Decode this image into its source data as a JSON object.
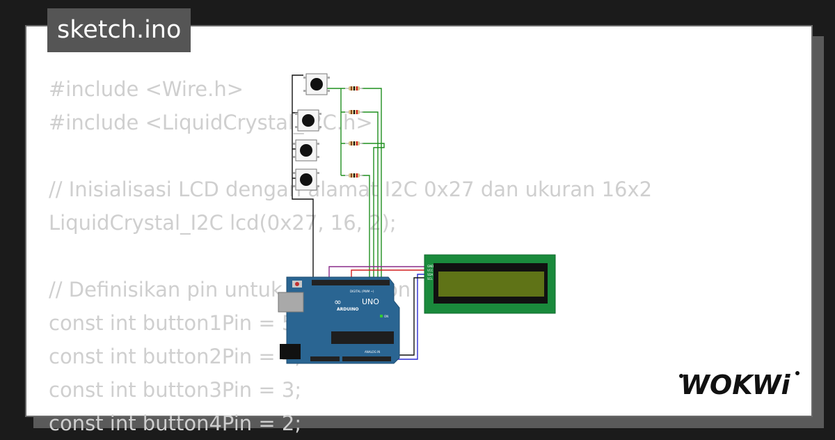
{
  "header": {
    "filename": "sketch.ino"
  },
  "code_lines": [
    "#include <Wire.h>",
    "#include <LiquidCrystal_I2C.h>",
    "",
    "// Inisialisasi LCD dengan alamat I2C 0x27 dan ukuran 16x2",
    "LiquidCrystal_I2C lcd(0x27, 16, 2);",
    "",
    "// Definisikan pin untuk push button",
    "const int button1Pin = 5;",
    "const int button2Pin = 4;",
    "const int button3Pin = 3;",
    "const int button4Pin = 2;"
  ],
  "circuit": {
    "arduino": {
      "logo": "ARDUINO",
      "model": "UNO",
      "label_digital": "DIGITAL (PWM ~)",
      "label_analog": "ANALOG IN",
      "label_on": "ON"
    },
    "lcd": {
      "pins": [
        "GND",
        "VCC",
        "SDA",
        "SCL"
      ]
    },
    "colors": {
      "board": "#2a6592",
      "lcd_pcb": "#1a8a3c",
      "lcd_screen": "#5f7317",
      "wire_green": "#1f8f1f",
      "wire_black": "#111111",
      "wire_red": "#d21f1f",
      "wire_purple": "#8a2a8a",
      "wire_blue": "#2a2ad0"
    }
  },
  "brand": {
    "logo_text": "WOKWi"
  }
}
